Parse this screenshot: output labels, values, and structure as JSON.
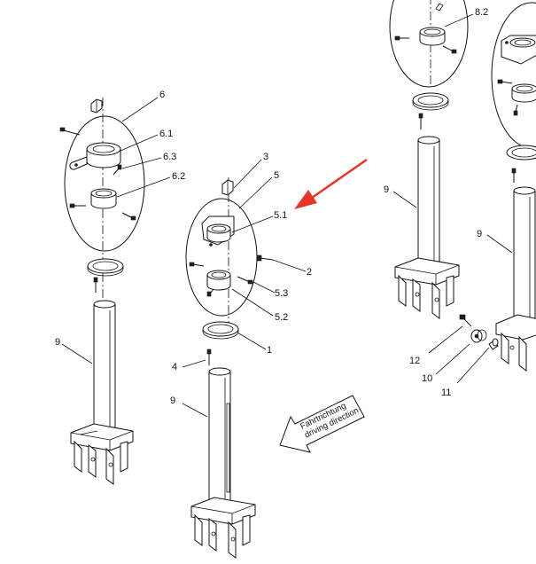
{
  "callouts": {
    "c6": "6",
    "c6_1": "6.1",
    "c6_3": "6.3",
    "c6_2": "6.2",
    "c9_left": "9",
    "c3": "3",
    "c5": "5",
    "c5_1": "5.1",
    "c2": "2",
    "c5_3": "5.3",
    "c5_2": "5.2",
    "c1": "1",
    "c4": "4",
    "c9_center": "9",
    "c8_2": "8.2",
    "c9_right_a": "9",
    "c9_right_b": "9",
    "c12": "12",
    "c10": "10",
    "c11": "11"
  },
  "direction_label": {
    "line1": "Fahrtrichtung",
    "line2": "driving direction"
  },
  "colors": {
    "highlight_arrow": "#e8352a",
    "line": "#111111"
  }
}
